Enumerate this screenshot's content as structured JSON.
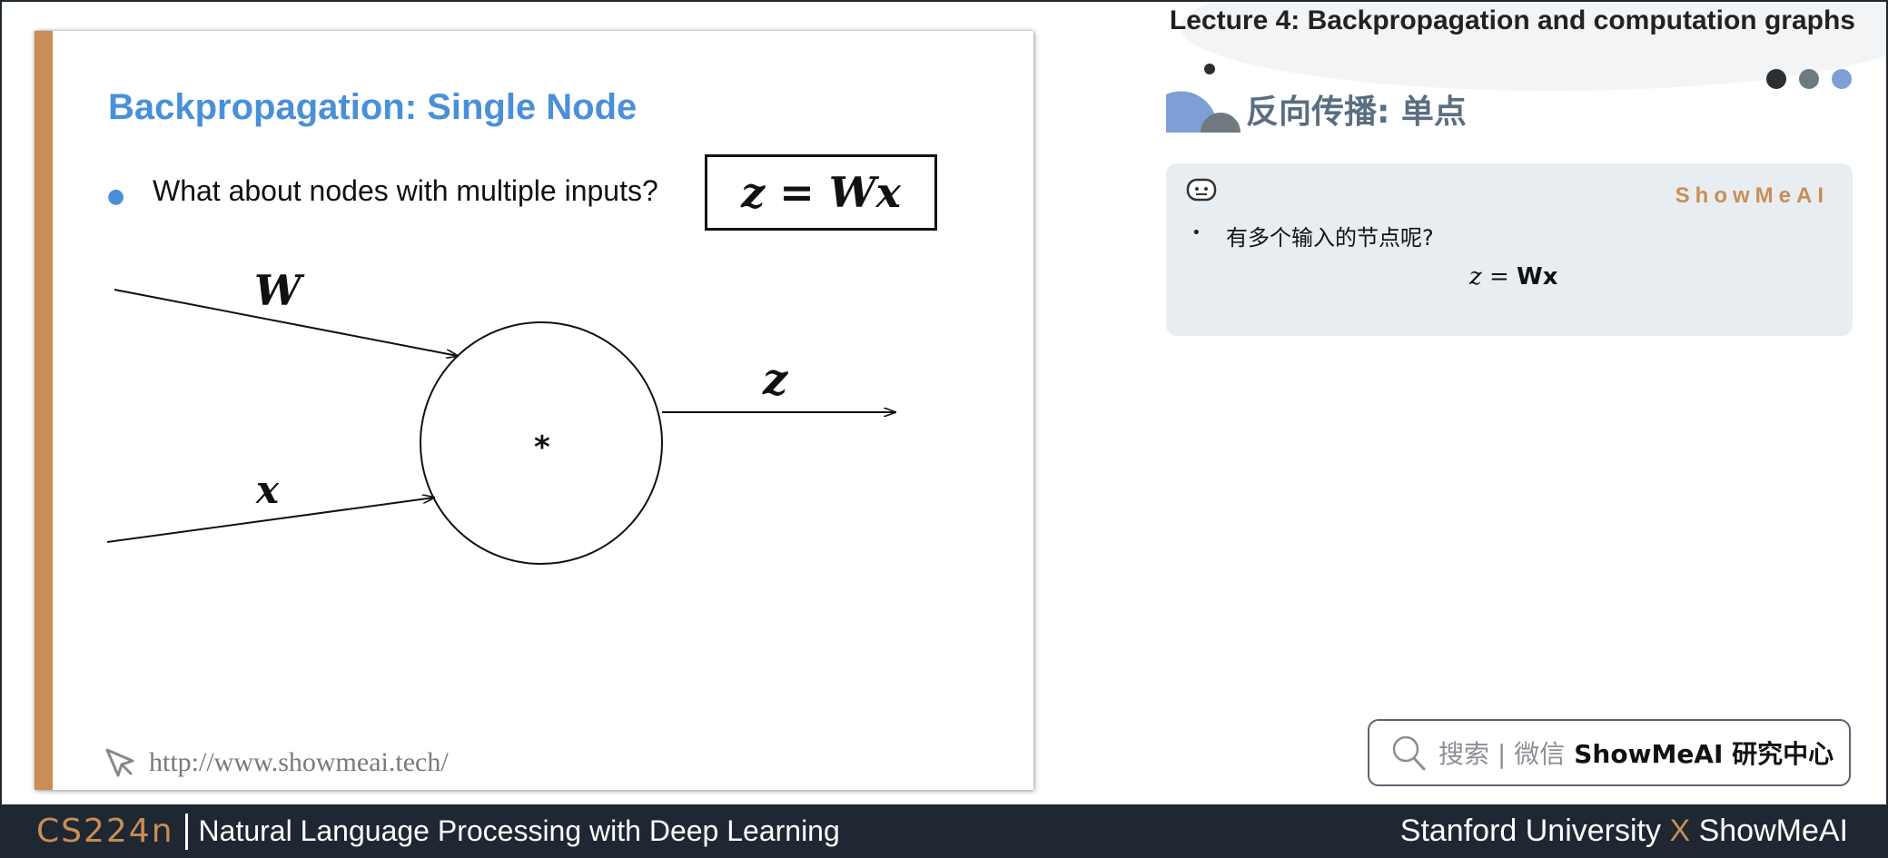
{
  "header": {
    "lecture_title": "Lecture 4:  Backpropagation and computation graphs"
  },
  "slide": {
    "title": "Backpropagation: Single Node",
    "bullet": "What about nodes with multiple inputs?",
    "equation": "z = Wx",
    "diagram": {
      "input_top_label": "W",
      "input_bottom_label": "x",
      "node_op": "*",
      "output_label": "z"
    },
    "url": "http://www.showmeai.tech/",
    "url_icon": "cursor-click-icon"
  },
  "notes": {
    "section_title": "反向传播: 单点",
    "brand": "ShowMeAI",
    "bullet": "有多个输入的节点呢?",
    "eq_var": "z",
    "eq_op": "=",
    "eq_rhs": "Wx",
    "robot_icon": "robot-icon"
  },
  "nav_dots": {
    "colors": [
      "#2b2f33",
      "#6e7a80",
      "#7d9fd6"
    ]
  },
  "search": {
    "icon": "search-icon",
    "hint": "搜索 | 微信",
    "brand": "ShowMeAI 研究中心"
  },
  "footer": {
    "course_code": "CS224n",
    "course_name": "Natural Language Processing with Deep Learning",
    "left_org": "Stanford University",
    "x": "X",
    "right_org": "ShowMeAI"
  },
  "colors": {
    "accent_orange": "#c98d55",
    "title_blue": "#4a90d9",
    "footer_bg": "#1e2732",
    "card_bg": "#e8edf1"
  }
}
